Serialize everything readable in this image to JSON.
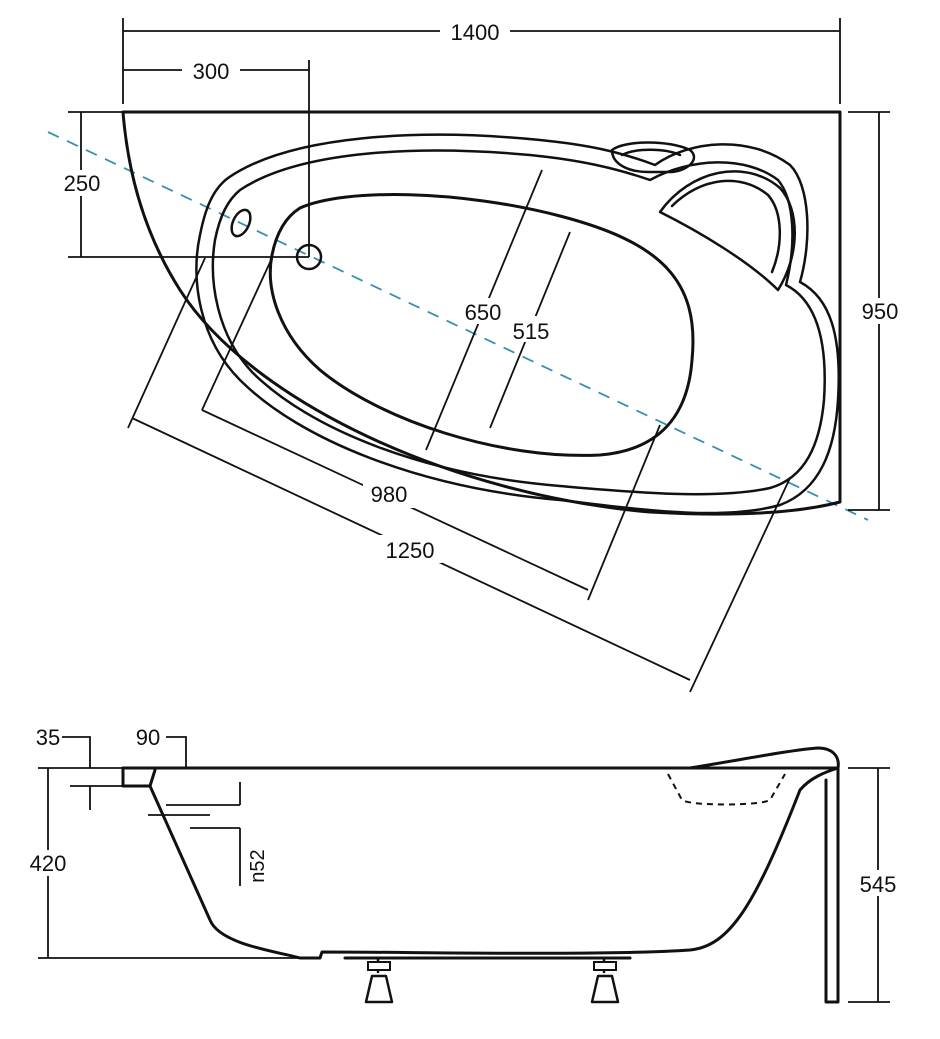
{
  "top_view": {
    "dim_total_width": "1400",
    "dim_drain_offset_x": "300",
    "dim_drain_offset_y": "250",
    "dim_total_depth": "950",
    "dim_inner_width_outer": "650",
    "dim_inner_width_basin": "515",
    "dim_basin_length": "980",
    "dim_total_length": "1250"
  },
  "side_view": {
    "dim_rim_thickness": "35",
    "dim_rim_overhang": "90",
    "dim_bath_height": "420",
    "dim_overflow": "n52",
    "dim_total_height": "545"
  }
}
